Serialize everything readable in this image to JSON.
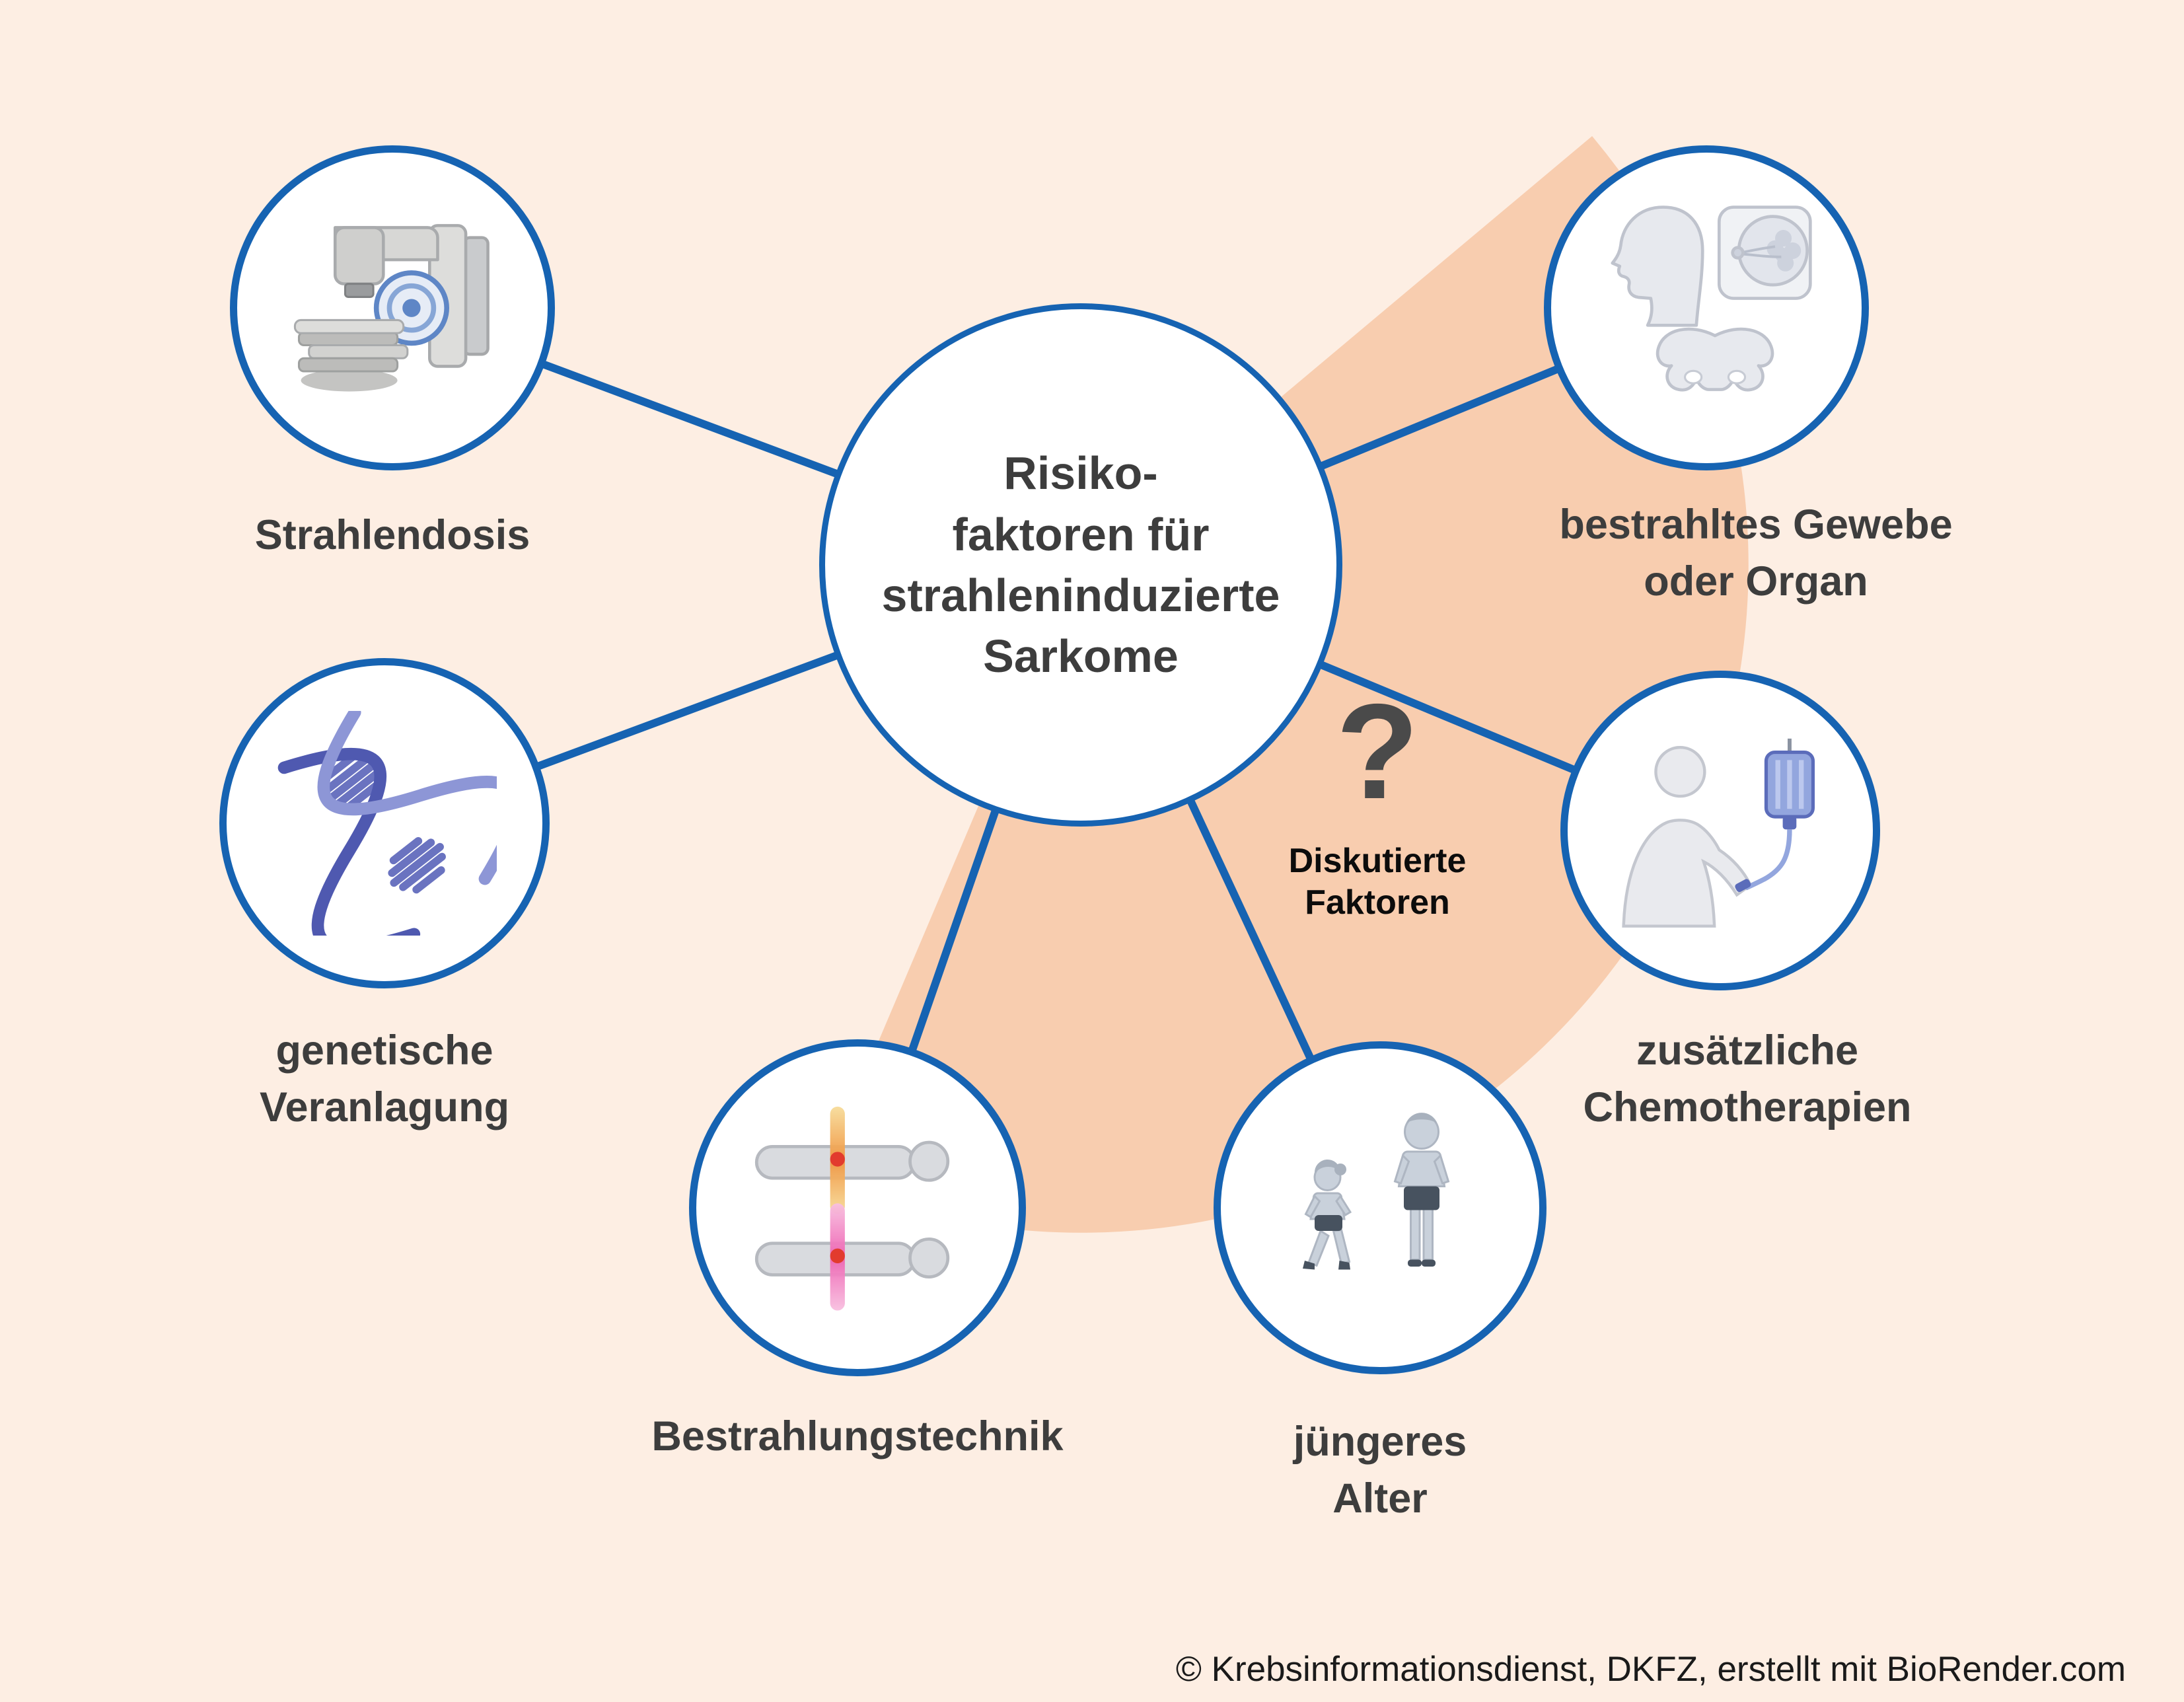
{
  "theme": {
    "background": "#fdeee3",
    "wedge": "#f8cdaf",
    "accent_blue": "#1663b2",
    "text_dark": "#3d3d3d"
  },
  "center": {
    "title": "Risiko-\nfaktoren für\nstrahleninduzierte\nSarkome"
  },
  "nodes": [
    {
      "id": "strahlendosis",
      "label": "Strahlendosis",
      "icon": "linac-machine-icon"
    },
    {
      "id": "genetische-veranlagung",
      "label": "genetische\nVeranlagung",
      "icon": "dna-helix-icon"
    },
    {
      "id": "bestrahlungstechnik",
      "label": "Bestrahlungstechnik",
      "icon": "radiation-fields-icon"
    },
    {
      "id": "bestrahltes-gewebe-oder-organ",
      "label": "bestrahltes Gewebe\noder Organ",
      "icon": "anatomy-regions-icon"
    },
    {
      "id": "zusaetzliche-chemotherapien",
      "label": "zusätzliche\nChemotherapien",
      "icon": "chemo-infusion-icon"
    },
    {
      "id": "juengeres-alter",
      "label": "jüngeres\nAlter",
      "icon": "children-icon"
    }
  ],
  "annotation": {
    "question_mark": "?",
    "label": "Diskutierte\nFaktoren"
  },
  "footer": {
    "credit": "© Krebsinformationsdienst, DKFZ, erstellt mit BioRender.com"
  }
}
